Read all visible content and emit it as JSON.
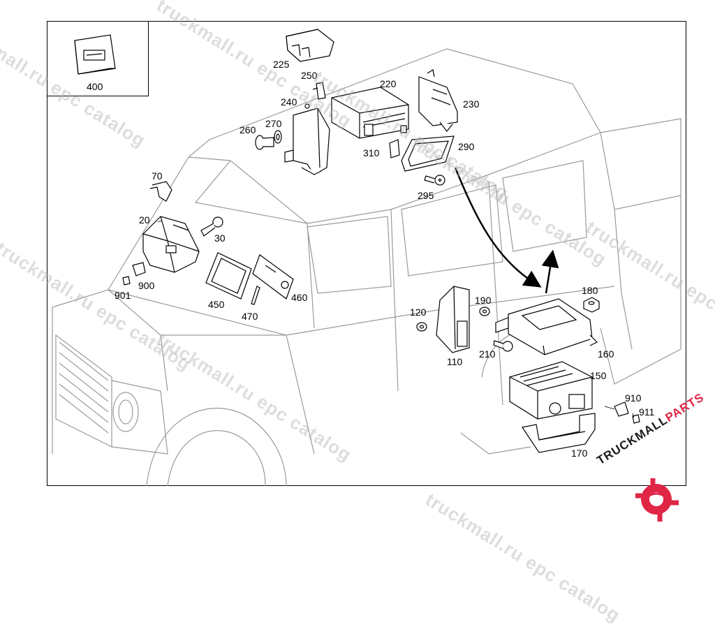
{
  "diagram": {
    "part_labels": {
      "p20": "20",
      "p30": "30",
      "p70": "70",
      "p110": "110",
      "p120": "120",
      "p150": "150",
      "p160": "160",
      "p170": "170",
      "p180": "180",
      "p190": "190",
      "p210": "210",
      "p220": "220",
      "p225": "225",
      "p230": "230",
      "p240": "240",
      "p250": "250",
      "p260": "260",
      "p270": "270",
      "p290": "290",
      "p295": "295",
      "p310": "310",
      "p400": "400",
      "p450": "450",
      "p460": "460",
      "p470": "470",
      "p900": "900",
      "p901": "901",
      "p910": "910",
      "p911": "911"
    },
    "line_color": "#9a9a9a",
    "part_color": "#000000"
  },
  "watermarks": {
    "w1": "truckmall.ru epc catalog",
    "w2": "truckmall.ru epc catalog",
    "w3": "truckmall.ru epc catalog",
    "w4": "truckmall.ru epc catalog",
    "w5": "truckmall.ru epc catalog",
    "w6": "truckmall.ru epc catalog",
    "w7": "truckmall.ru epc catalog",
    "w8": "truckmall.ru epc catalog"
  },
  "logo": {
    "text_dark": "TRUCKMALL",
    "text_red": "PARTS",
    "accent_color": "#e02545"
  }
}
